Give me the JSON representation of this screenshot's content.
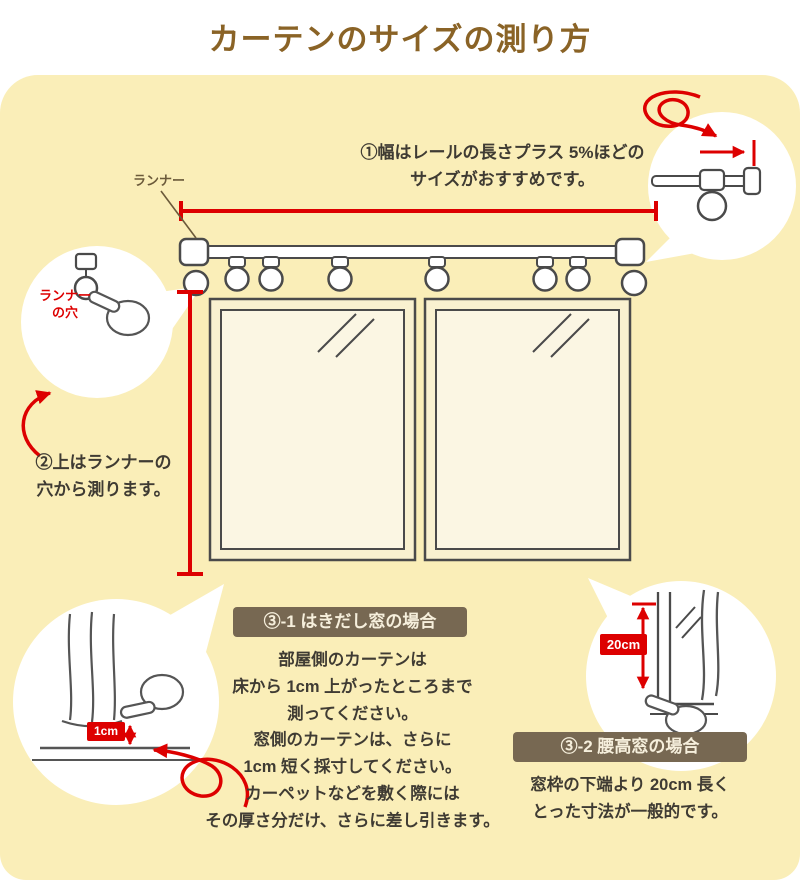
{
  "title": "カーテンのサイズの測り方",
  "annotations": {
    "width_note_line1": "①幅はレールの長さプラス 5%ほどの",
    "width_note_line2": "サイズがおすすめです。",
    "runner_label": "ランナー",
    "runner_hole_line1": "ランナー",
    "runner_hole_line2": "の穴",
    "height_note_line1": "②上はランナーの",
    "height_note_line2": "穴から測ります。",
    "hem_label": "1cm",
    "sill_label": "20cm"
  },
  "section_floor_window": {
    "badge": "③-1 はきだし窓の場合",
    "lines": [
      "部屋側のカーテンは",
      "床から 1cm 上がったところまで",
      "測ってください。",
      "窓側のカーテンは、さらに",
      "1cm 短く採寸してください。",
      "カーペットなどを敷く際には",
      "その厚さ分だけ、さらに差し引きます。"
    ]
  },
  "section_waist_window": {
    "badge": "③-2 腰高窓の場合",
    "lines": [
      "窓枠の下端より 20cm 長く",
      "とった寸法が一般的です。"
    ]
  },
  "colors": {
    "accent_red": "#dd0000",
    "panel_yellow": "#faeeb8",
    "badge_brown": "#776852",
    "title_brown": "#8a6326"
  }
}
